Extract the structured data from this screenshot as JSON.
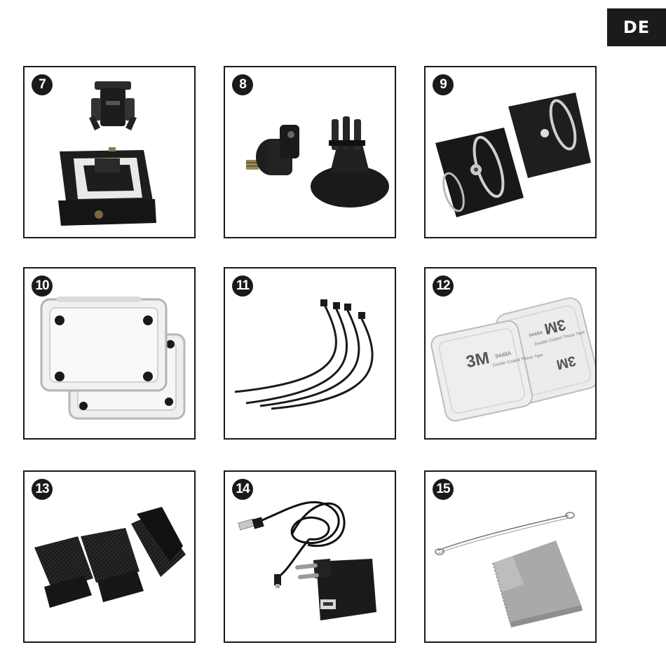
{
  "language_tab": "DE",
  "items": [
    {
      "number": "7",
      "icon": "frame-mount-clip-icon"
    },
    {
      "number": "8",
      "icon": "tripod-adapter-icon"
    },
    {
      "number": "9",
      "icon": "adhesive-curved-mounts-icon"
    },
    {
      "number": "10",
      "icon": "back-covers-icon"
    },
    {
      "number": "11",
      "icon": "cable-ties-icon"
    },
    {
      "number": "12",
      "icon": "adhesive-pads-icon"
    },
    {
      "number": "13",
      "icon": "velcro-straps-icon"
    },
    {
      "number": "14",
      "icon": "usb-charger-cable-icon"
    },
    {
      "number": "15",
      "icon": "lanyard-cloth-icon"
    }
  ],
  "pad_text": {
    "brand": "3M",
    "code": "9448A",
    "description": "Double Coated Tissue Tape"
  }
}
